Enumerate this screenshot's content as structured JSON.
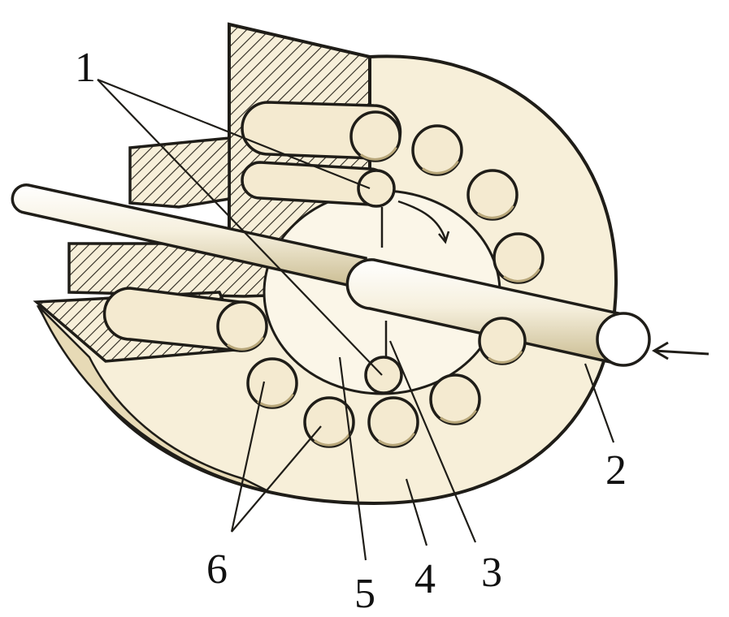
{
  "colors": {
    "paper": "#ffffff",
    "ink": "#1f1d18",
    "roller_fill": "#f4ead0",
    "roller_shade": "#dccda2",
    "body_fill": "#f7efd9",
    "hatch_stroke": "#2a261d"
  },
  "callouts": [
    {
      "id": "1",
      "text": "1"
    },
    {
      "id": "2",
      "text": "2"
    },
    {
      "id": "3",
      "text": "3"
    },
    {
      "id": "4",
      "text": "4"
    },
    {
      "id": "5",
      "text": "5"
    },
    {
      "id": "6",
      "text": "6"
    }
  ]
}
